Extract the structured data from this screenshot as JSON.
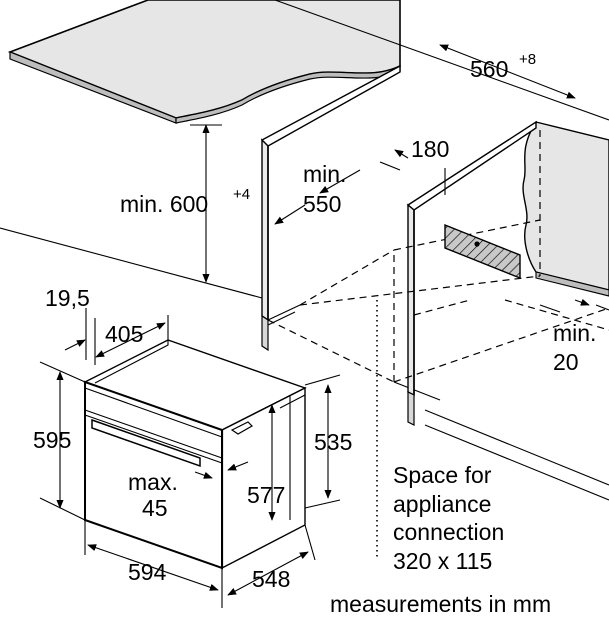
{
  "labels": {
    "worktop_depth": "560",
    "worktop_depth_tol": "+8",
    "cabinet_height": "min. 600",
    "cabinet_height_tol": "+4",
    "min_550_line1": "min.",
    "min_550_line2": "550",
    "gap_180": "180",
    "side_gap_line1": "min.",
    "side_gap_line2": "20",
    "front_offset": "19,5",
    "depth_405": "405",
    "oven_height": "595",
    "max_45_line1": "max.",
    "max_45_line2": "45",
    "inner_height": "577",
    "body_height": "535",
    "oven_width": "594",
    "oven_depth": "548",
    "space_line1": "Space for",
    "space_line2": "appliance",
    "space_line3": "connection",
    "space_line4": "320 x 115",
    "footer": "measurements in mm"
  }
}
